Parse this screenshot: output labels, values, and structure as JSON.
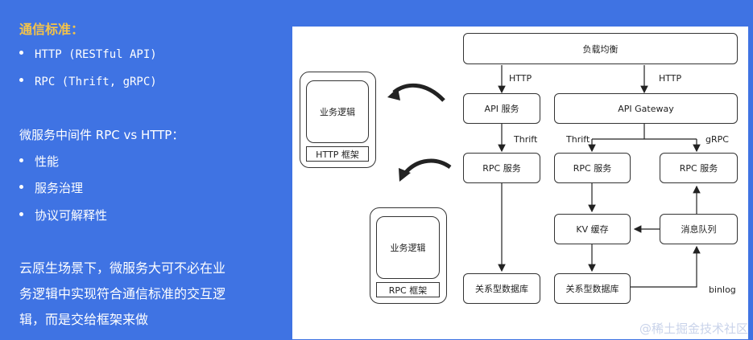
{
  "left": {
    "title": "通信标准：",
    "standards": [
      "HTTP (RESTful API)",
      "RPC (Thrift, gRPC)"
    ],
    "middleware_title": "微服务中间件 RPC vs HTTP：",
    "middleware_points": [
      "性能",
      "服务治理",
      "协议可解释性"
    ],
    "paragraph_lines": [
      "云原生场景下，微服务大可不必在业",
      "务逻辑中实现符合通信标准的交互逻",
      "辑，而是交给框架来做"
    ]
  },
  "diagram": {
    "load_balancer": "负载均衡",
    "api_service": "API 服务",
    "api_gateway": "API Gateway",
    "rpc_service_1": "RPC 服务",
    "rpc_service_2": "RPC 服务",
    "rpc_service_3": "RPC 服务",
    "kv_cache": "KV 缓存",
    "message_queue": "消息队列",
    "db_1": "关系型数据库",
    "db_2": "关系型数据库",
    "label_http_1": "HTTP",
    "label_http_2": "HTTP",
    "label_thrift_1": "Thrift",
    "label_thrift_2": "Thrift",
    "label_grpc": "gRPC",
    "label_binlog": "binlog",
    "http_frame_logic": "业务逻辑",
    "http_frame_tag": "HTTP 框架",
    "rpc_frame_logic": "业务逻辑",
    "rpc_frame_tag": "RPC 框架"
  },
  "watermark": "@稀土掘金技术社区",
  "colors": {
    "background": "#3f73e3",
    "title": "#f3c34a",
    "panel": "#ffffff",
    "stroke": "#333333"
  }
}
